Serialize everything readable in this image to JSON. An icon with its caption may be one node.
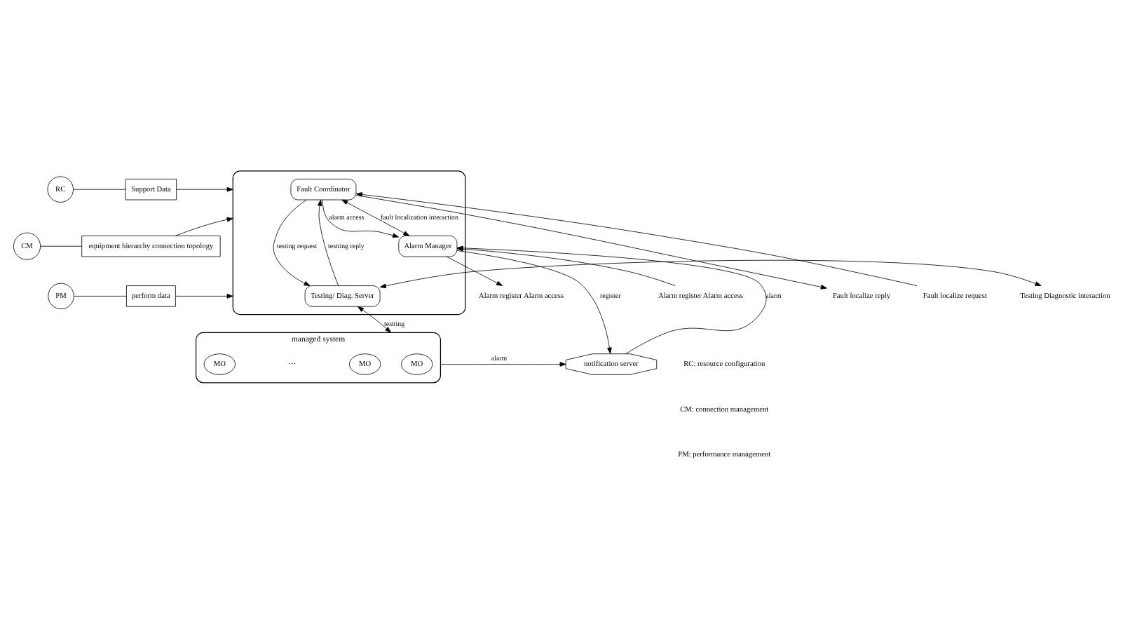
{
  "diagram": {
    "nodes": [
      {
        "text": [
          "RC"
        ]
      },
      {
        "text": [
          "CM"
        ]
      },
      {
        "text": [
          "PM"
        ]
      },
      {
        "text": [
          "Support Data"
        ]
      },
      {
        "text": [
          "equipment hierarchy connection topology"
        ]
      },
      {
        "text": [
          "perform data"
        ]
      },
      {
        "text": [],
        "shape": "box"
      },
      {
        "text": [
          "Alarm register Alarm access"
        ]
      },
      {
        "text": [
          "Alarm register Alarm access"
        ]
      },
      {
        "text": [
          "Fault localize request"
        ]
      },
      {
        "text": [
          "Fault localize reply"
        ]
      },
      {
        "text": [
          "Fault Coordinator"
        ],
        "in": 6
      },
      {
        "text": [
          "Alarm Manager"
        ],
        "in": 6
      },
      {
        "text": [
          "Testing/ Diag. Server"
        ],
        "in": 6
      },
      {
        "text": [
          "Testing Diagnostic interaction"
        ]
      },
      {
        "text": [
          "notification server"
        ]
      },
      {
        "text": [
          "managed system"
        ]
      },
      {
        "text": [
          "MO"
        ],
        "in": 16
      },
      {
        "text": [
          "MO"
        ],
        "in": 16
      },
      {
        "text": [
          "MO"
        ],
        "in": 16
      }
    ],
    "edges": [
      {
        "from": 0,
        "to": 3,
        "arrow": "none"
      },
      {
        "from": 1,
        "to": 4,
        "arrow": "none"
      },
      {
        "from": 2,
        "to": 5,
        "arrow": "none"
      },
      {
        "from": 3,
        "to": 6,
        "arrow": "to"
      },
      {
        "from": 4,
        "to": 6,
        "arrow": "to"
      },
      {
        "from": 5,
        "to": 6,
        "arrow": "to"
      },
      {
        "from": 7,
        "to": 12,
        "arrow": "to"
      },
      {
        "from": 12,
        "to": 8,
        "arrow": "to"
      },
      {
        "from": 9,
        "to": 11,
        "arrow": "to"
      },
      {
        "from": 11,
        "to": 10,
        "arrow": "to"
      },
      {
        "from": 12,
        "to": 11,
        "arrow": "both",
        "label": "fault localization interaction"
      },
      {
        "from": 11,
        "to": 12,
        "arrow": "to",
        "label": "alarm access"
      },
      {
        "from": 11,
        "to": 13,
        "arrow": "to",
        "label": "testing request"
      },
      {
        "from": 13,
        "to": 11,
        "arrow": "to",
        "label": "testting reply"
      },
      {
        "from": 13,
        "to": 14,
        "arrow": "both"
      },
      {
        "from": 12,
        "to": 15,
        "arrow": "to",
        "label": "register"
      },
      {
        "from": 15,
        "to": 12,
        "arrow": "to",
        "label": "alarm"
      },
      {
        "from": 13,
        "to": 16,
        "arrow": "both",
        "label": "testting"
      },
      {
        "from": 16,
        "to": 15,
        "arrow": "to",
        "label": "alarm"
      }
    ],
    "labels": [
      "···",
      "RC: resource configuration",
      "CM: connection management",
      "PM: performance management"
    ]
  }
}
